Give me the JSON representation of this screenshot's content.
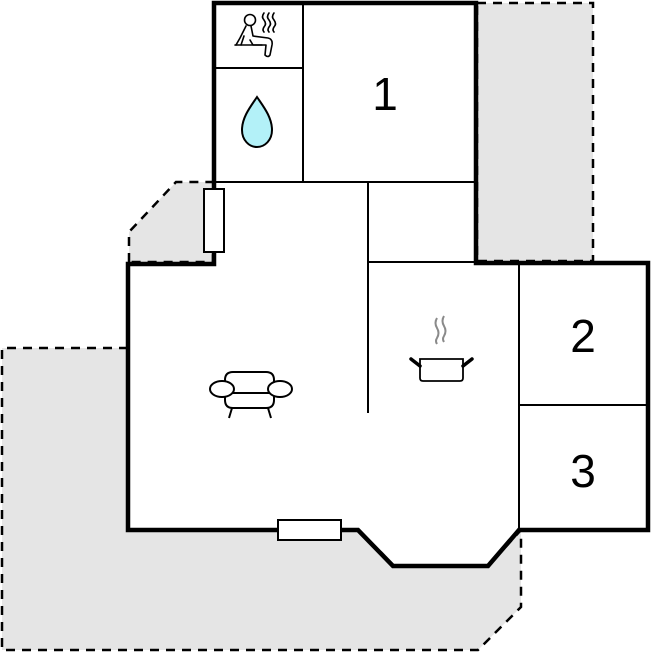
{
  "floorplan": {
    "title": "",
    "rooms": [
      {
        "id": "bedroom-1",
        "label": "1"
      },
      {
        "id": "bedroom-2",
        "label": "2"
      },
      {
        "id": "bedroom-3",
        "label": "3"
      }
    ],
    "icons": [
      {
        "room": "sauna",
        "icon": "sauna-icon"
      },
      {
        "room": "bathroom",
        "icon": "water-drop-icon"
      },
      {
        "room": "living-room",
        "icon": "sofa-icon"
      },
      {
        "room": "kitchen",
        "icon": "cooking-pot-icon"
      }
    ],
    "areas": [
      {
        "id": "terrace-north-east",
        "type": "terrace"
      },
      {
        "id": "terrace-north-west",
        "type": "terrace"
      },
      {
        "id": "terrace-south-west",
        "type": "terrace"
      }
    ]
  },
  "colors": {
    "wall": "#000000",
    "terrace_fill": "#e5e5e5",
    "water": "#b3f1f8",
    "steam": "#8a8a8a",
    "background": "#ffffff"
  }
}
